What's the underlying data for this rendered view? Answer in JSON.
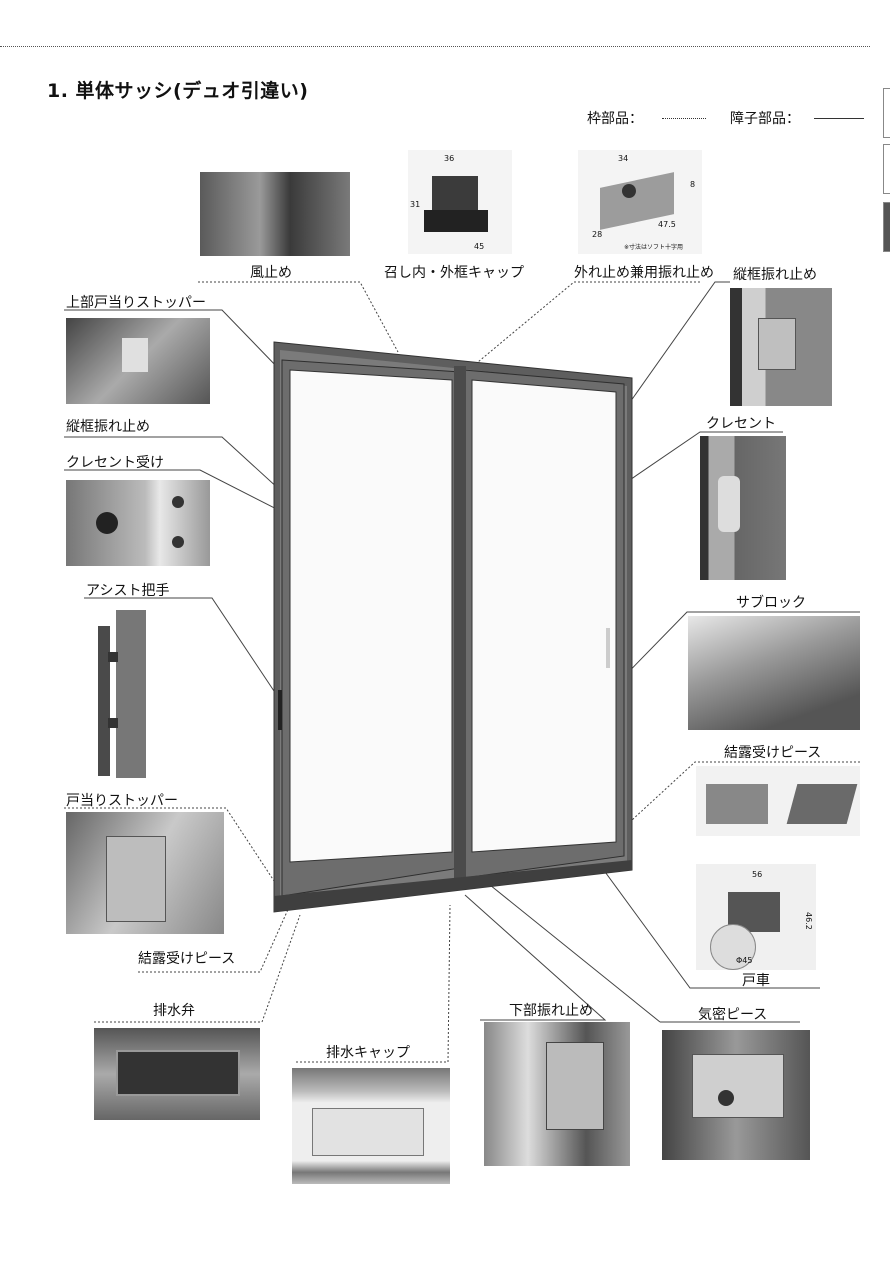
{
  "title": "1. 単体サッシ(デュオ引違い)",
  "legend": {
    "frame_parts_label": "枠部品：",
    "sash_parts_label": "障子部品："
  },
  "parts": {
    "kazedome": "風止め",
    "meshiuchi_cap": "召し内・外框キャップ",
    "hazuredome": "外れ止め兼用振れ止め",
    "tatewaku_right": "縦框振れ止め",
    "jobu_stopper": "上部戸当りストッパー",
    "tatewaku_left": "縦框振れ止め",
    "crescent_uke": "クレセント受け",
    "crescent": "クレセント",
    "assist_handle": "アシスト把手",
    "sub_lock": "サブロック",
    "ketsuro_right": "結露受けピース",
    "todomari_stopper": "戸当りストッパー",
    "ketsuro_left": "結露受けピース",
    "togurma": "戸車",
    "haisuiben": "排水弁",
    "haisui_cap": "排水キャップ",
    "kabu_furedome": "下部振れ止め",
    "kimitsu_piece": "気密ピース"
  },
  "dimensions": {
    "cap_top": "36",
    "cap_side": "31",
    "cap_bottom": "45",
    "stop_top": "34",
    "stop_side": "8",
    "stop_left": "28",
    "stop_right": "47.5",
    "stop_note": "※寸法はソフト十字用",
    "roller_top": "56",
    "roller_side": "46.2",
    "roller_bottom": "Φ45"
  }
}
